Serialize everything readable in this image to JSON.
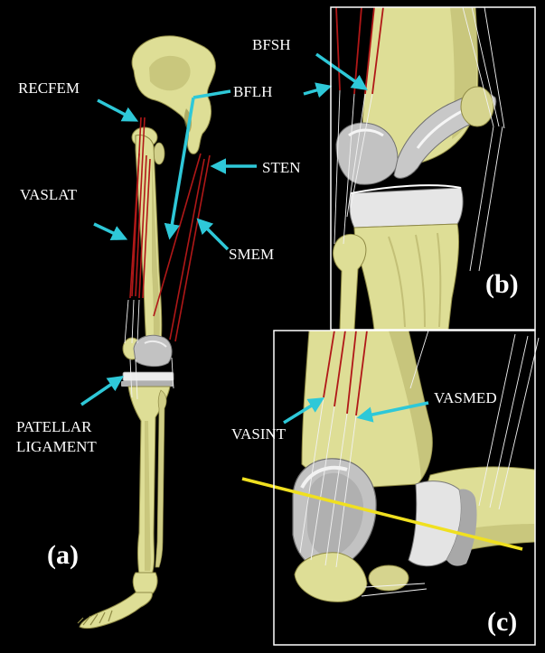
{
  "colors": {
    "background": "#000000",
    "bone": "#dede96",
    "bone_shade": "#b8b46a",
    "bone_dark": "#8f8a45",
    "implant": "#c2c2c2",
    "implant_light": "#ededed",
    "muscle": "#b01818",
    "ligament": "#f2f2f2",
    "pointer": "#2ec8d8",
    "axis_line": "#f0e020",
    "label": "#ffffff",
    "frame": "#ffffff"
  },
  "panel_a": {
    "label_recfem": "RECFEM",
    "label_vaslat": "VASLAT",
    "label_bflh": "BFLH",
    "label_sten": "STEN",
    "label_smem": "SMEM",
    "label_patellar_1": "PATELLAR",
    "label_patellar_2": "LIGAMENT",
    "panel_letter": "(a)"
  },
  "panel_b": {
    "label_bfsh": "BFSH",
    "panel_letter": "(b)"
  },
  "panel_c": {
    "label_vasint": "VASINT",
    "label_vasmed": "VASMED",
    "panel_letter": "(c)"
  }
}
